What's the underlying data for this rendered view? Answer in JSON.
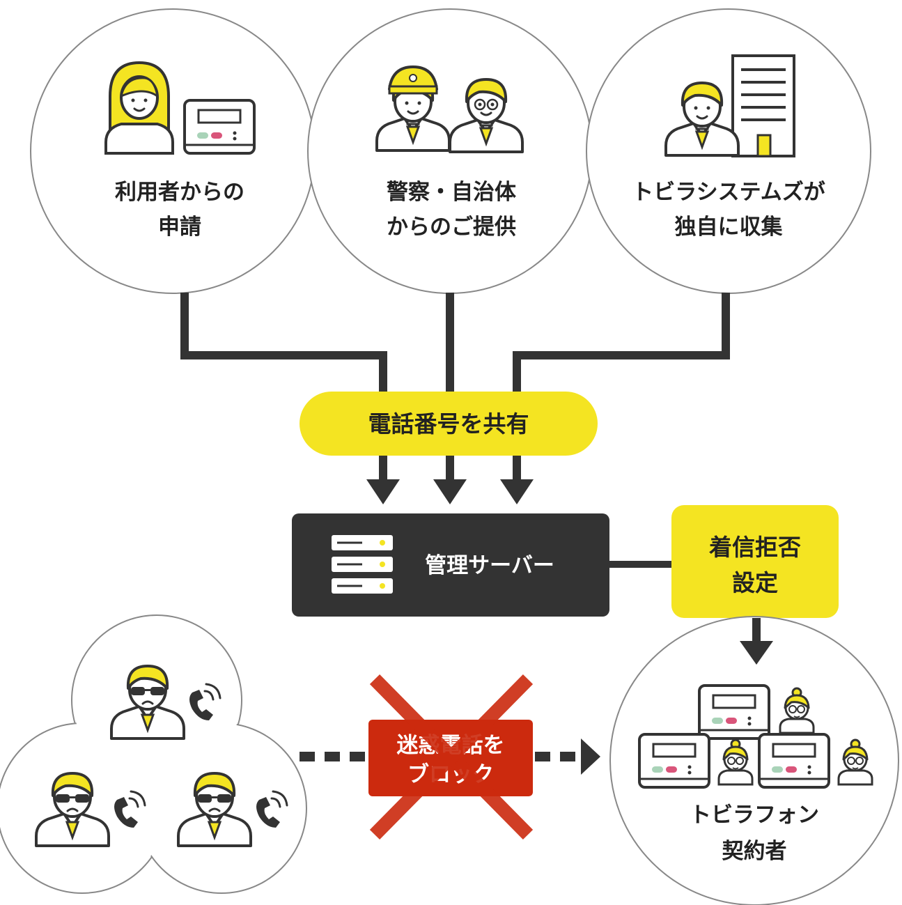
{
  "colors": {
    "yellow": "#f4e422",
    "dark": "#333333",
    "line": "#333333",
    "red": "#cc2a0e",
    "green": "#a9d3b8",
    "pink": "#d9557a"
  },
  "sources": [
    {
      "line1": "利用者からの",
      "line2": "申請",
      "icons": [
        "woman-icon",
        "phone-device-icon"
      ]
    },
    {
      "line1": "警察・自治体",
      "line2": "からのご提供",
      "icons": [
        "police-officer-icon",
        "official-icon"
      ]
    },
    {
      "line1": "トビラシステムズが",
      "line2": "独自に収集",
      "icons": [
        "staff-icon",
        "building-icon"
      ]
    }
  ],
  "share_label": "電話番号を共有",
  "server_label": "管理サーバー",
  "reject_label": {
    "line1": "着信拒否",
    "line2": "設定"
  },
  "block_label": {
    "line1": "迷惑電話を",
    "line2": "ブロック"
  },
  "contract_label": {
    "line1": "トビラフォン",
    "line2": "契約者"
  }
}
